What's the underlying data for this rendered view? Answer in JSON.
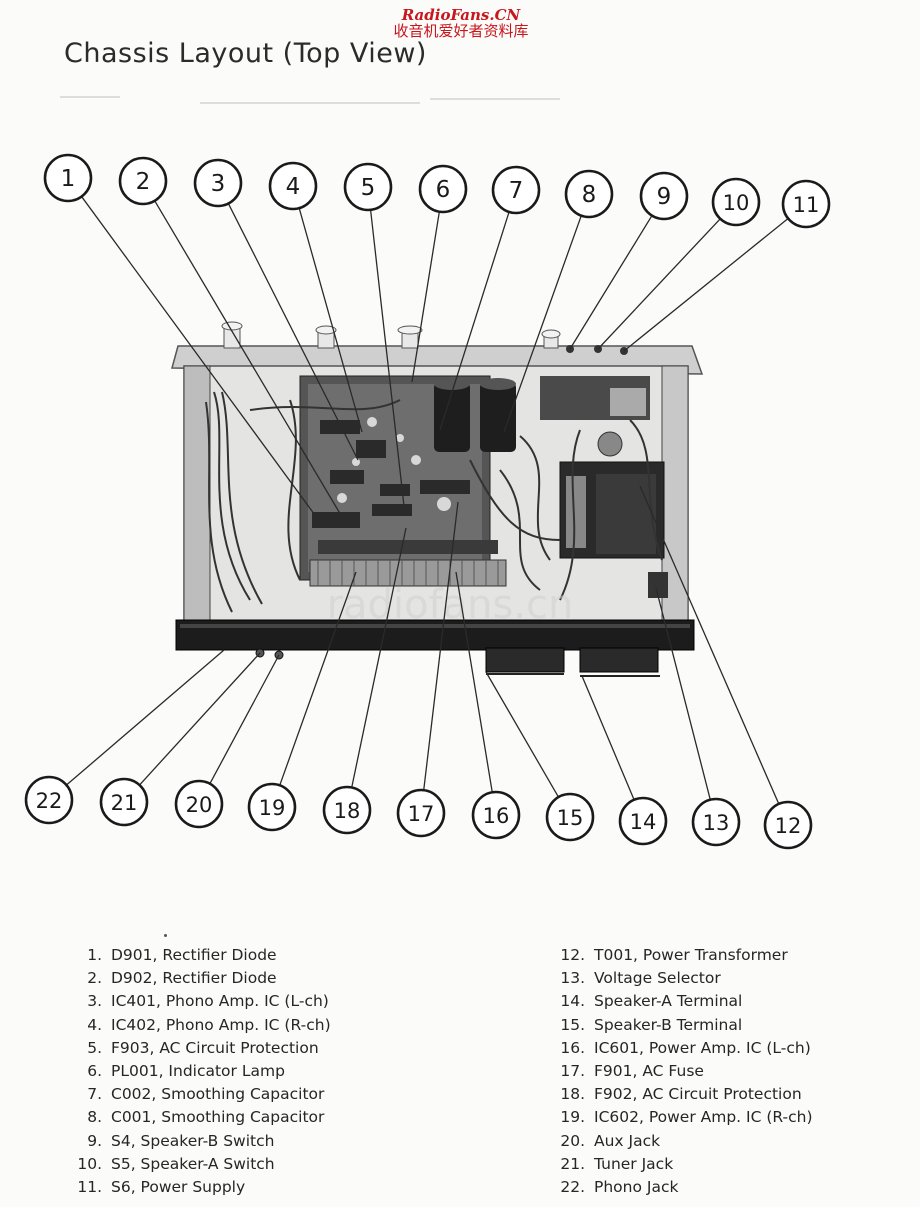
{
  "watermark": {
    "line1": "RadioFans.CN",
    "line2": "收音机爱好者资料库"
  },
  "title": "Chassis Layout (Top View)",
  "photo_watermark_text": "radiofans.cn",
  "callouts_top": [
    "1",
    "2",
    "3",
    "4",
    "5",
    "6",
    "7",
    "8",
    "9",
    "10",
    "11"
  ],
  "callouts_bottom": [
    "22",
    "21",
    "20",
    "19",
    "18",
    "17",
    "16",
    "15",
    "14",
    "13",
    "12"
  ],
  "legend_left": [
    {
      "num": "1.",
      "text": "D901, Rectifier Diode"
    },
    {
      "num": "2.",
      "text": "D902, Rectifier Diode"
    },
    {
      "num": "3.",
      "text": "IC401, Phono Amp. IC (L-ch)"
    },
    {
      "num": "4.",
      "text": "IC402, Phono Amp. IC (R-ch)"
    },
    {
      "num": "5.",
      "text": "F903, AC Circuit Protection"
    },
    {
      "num": "6.",
      "text": "PL001, Indicator Lamp"
    },
    {
      "num": "7.",
      "text": "C002, Smoothing Capacitor"
    },
    {
      "num": "8.",
      "text": "C001, Smoothing Capacitor"
    },
    {
      "num": "9.",
      "text": "S4, Speaker-B Switch"
    },
    {
      "num": "10.",
      "text": "S5, Speaker-A Switch"
    },
    {
      "num": "11.",
      "text": "S6, Power Supply"
    }
  ],
  "legend_right": [
    {
      "num": "12.",
      "text": "T001, Power Transformer"
    },
    {
      "num": "13.",
      "text": "Voltage Selector"
    },
    {
      "num": "14.",
      "text": "Speaker-A Terminal"
    },
    {
      "num": "15.",
      "text": "Speaker-B Terminal"
    },
    {
      "num": "16.",
      "text": "IC601, Power Amp. IC (L-ch)"
    },
    {
      "num": "17.",
      "text": "F901, AC Fuse"
    },
    {
      "num": "18.",
      "text": "F902, AC Circuit Protection"
    },
    {
      "num": "19.",
      "text": "IC602, Power Amp. IC (R-ch)"
    },
    {
      "num": "20.",
      "text": "Aux Jack"
    },
    {
      "num": "21.",
      "text": "Tuner Jack"
    },
    {
      "num": "22.",
      "text": "Phono Jack"
    }
  ]
}
